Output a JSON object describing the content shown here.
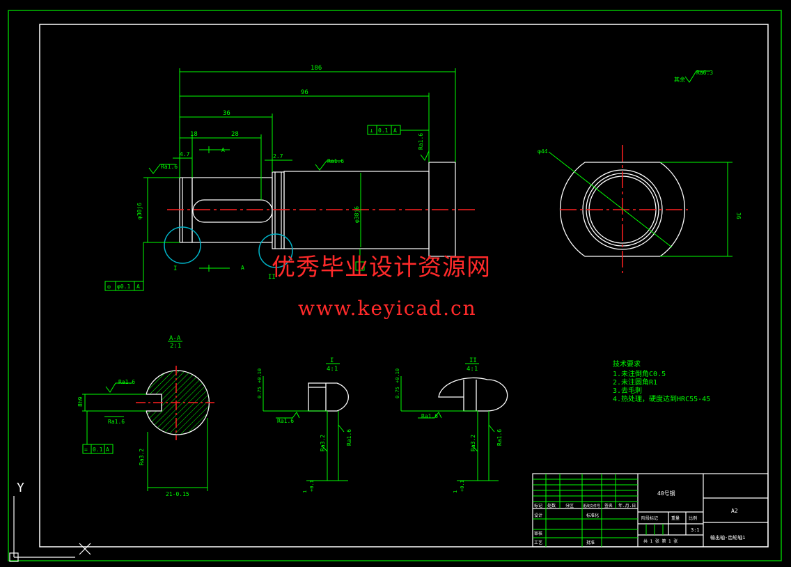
{
  "watermark": {
    "line1": "优秀毕业设计资源网",
    "line2": "www.keyicad.cn"
  },
  "colors": {
    "background": "#000000",
    "border": "#00c000",
    "geometry": "#ffffff",
    "dimension": "#00ff00",
    "centerline": "#ff2020",
    "detail_circle": "#00b4c8",
    "watermark": "#ff2a2a"
  },
  "main_view": {
    "dims": {
      "overall": "186",
      "d96": "96",
      "d36": "36",
      "d18": "18",
      "d28": "28",
      "d4_7": "4.7",
      "d2_7": "2.7",
      "dia_left": "φ30j6",
      "dia_right": "φ38j6"
    },
    "section_mark": "A",
    "roughness": {
      "r1": "Ra1.6",
      "r2": "Ra1.6",
      "r3": "Ra1.6"
    },
    "tolerance_top": {
      "symbol": "⊥",
      "value": "0.1",
      "datum": "A"
    },
    "tolerance_bottom": {
      "symbol": "◎",
      "value": "φ0.1",
      "datum": "A"
    },
    "detail_labels": [
      "I",
      "II"
    ]
  },
  "end_view": {
    "dia": "φ44",
    "width": "36"
  },
  "general_roughness": "Ra6.3",
  "section_aa": {
    "title": "A-A",
    "scale": "2:1",
    "dim_left": "8h9",
    "dim_bottom": "21-0.15",
    "ra_top": "Ra1.6",
    "ra_bottom": "Ra1.6",
    "ra_right": "Ra3.2",
    "tolerance": {
      "symbol": "=",
      "value": "0.1",
      "datum": "A"
    }
  },
  "detail_i": {
    "title": "I",
    "scale": "4:1",
    "dim": "0.75",
    "tol": "+0.10",
    "ra_left": "Ra1.6",
    "ra_mid": "Ra3.2",
    "ra_right": "Ra1.6",
    "bottom": "1",
    "bottom_tol": "+0.1"
  },
  "detail_ii": {
    "title": "II",
    "scale": "4:1",
    "dim": "0.75",
    "tol": "+0.10",
    "ra_left": "Ra1.6",
    "ra_mid": "Ra3.2",
    "ra_right": "Ra1.6",
    "bottom": "1",
    "bottom_tol": "+0.1"
  },
  "tech_requirements": {
    "heading": "技术要求",
    "items": [
      "1.未注倒角C0.5",
      "2.未注圆角R1",
      "3.去毛刺",
      "4.热处理，硬度达到HRC55-45"
    ]
  },
  "title_block": {
    "material": "40号钢",
    "size": "A2",
    "drawing_name": "输出轴-齿轮轴1",
    "scale": "3:1",
    "sheets": "共 1 张 第 1 张",
    "headers": [
      "标记",
      "处数",
      "分区",
      "更改文件号",
      "签名",
      "年.月.日"
    ],
    "row_labels": [
      "设计",
      "审核",
      "工艺"
    ],
    "std_label": "标准化",
    "approve_label": "批准",
    "stage_labels": [
      "阶段标记",
      "重量",
      "比例"
    ]
  },
  "ucs": {
    "y": "Y"
  }
}
